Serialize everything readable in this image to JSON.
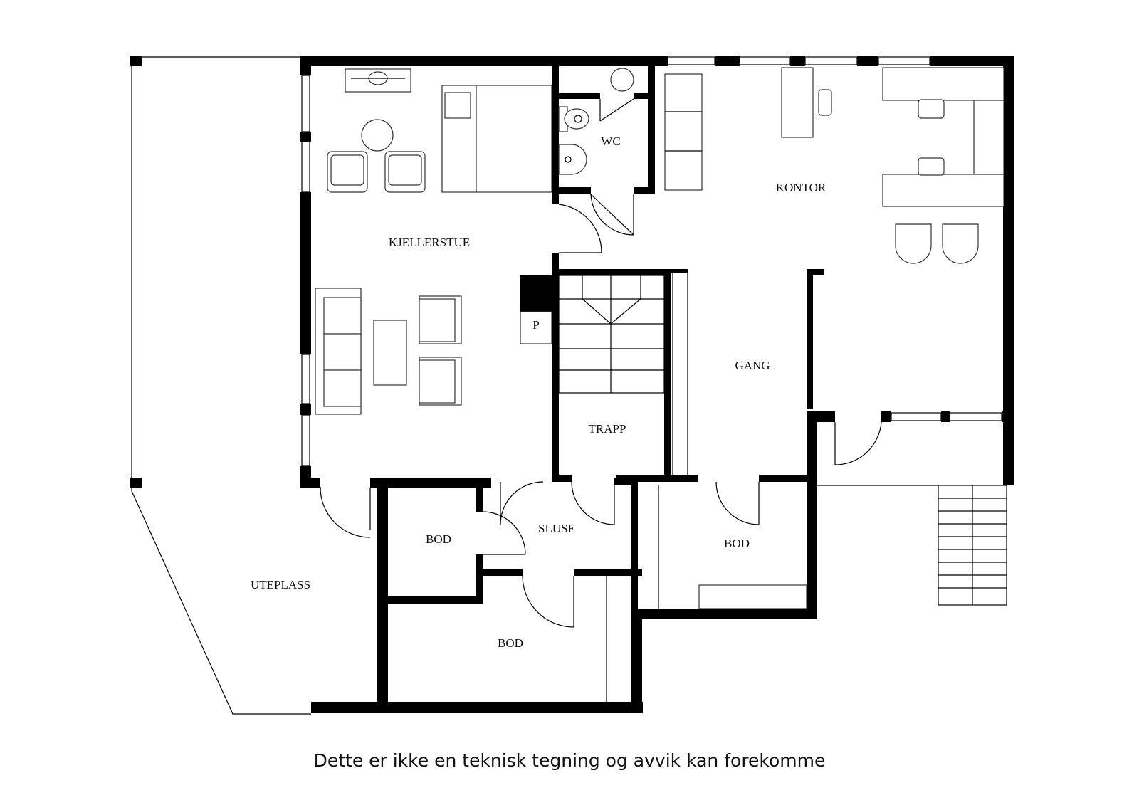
{
  "rooms": {
    "kjellerstue": "KJELLERSTUE",
    "wc": "WC",
    "kontor": "KONTOR",
    "gang": "GANG",
    "trapp": "TRAPP",
    "sluse": "SLUSE",
    "bod_left": "BOD",
    "bod_right": "BOD",
    "bod_bottom": "BOD",
    "uteplass": "UTEPLASS",
    "p": "P"
  },
  "caption": "Dette er ikke en teknisk tegning og avvik kan forekomme"
}
